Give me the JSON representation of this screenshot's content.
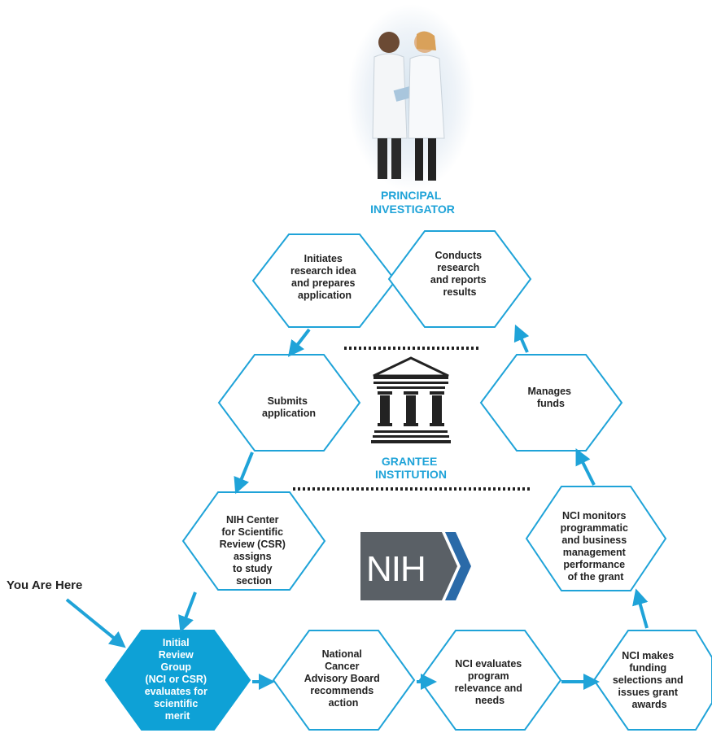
{
  "principal_investigator": [
    "PRINCIPAL",
    "INVESTIGATOR"
  ],
  "grantee_institution": [
    "GRANTEE",
    "INSTITUTION"
  ],
  "you_are_here": "You Are Here",
  "nih_logo_text": "NIH",
  "steps": {
    "initiates": [
      "Initiates",
      "research idea",
      "and prepares",
      "application"
    ],
    "conducts": [
      "Conducts",
      "research",
      "and reports",
      "results"
    ],
    "submits": [
      "Submits",
      "application"
    ],
    "manages": [
      "Manages",
      "funds"
    ],
    "csr": [
      "NIH Center",
      "for Scientific",
      "Review (CSR)",
      "assigns",
      "to study",
      "section"
    ],
    "monitors": [
      "NCI monitors",
      "programmatic",
      "and business",
      "management",
      "performance",
      "of the grant"
    ],
    "irg": [
      "Initial",
      "Review",
      "Group",
      "(NCI or CSR)",
      "evaluates for",
      "scientific",
      "merit"
    ],
    "ncab": [
      "National",
      "Cancer",
      "Advisory Board",
      "recommends",
      "action"
    ],
    "evaluates": [
      "NCI evaluates",
      "program",
      "relevance and",
      "needs"
    ],
    "funding": [
      "NCI makes",
      "funding",
      "selections and",
      "issues grant",
      "awards"
    ]
  },
  "colors": {
    "accent": "#1fa3d8",
    "active_fill": "#0ea1d6",
    "text": "#222222",
    "nih_gray": "#5a6066",
    "nih_blue": "#2a6aa8"
  }
}
